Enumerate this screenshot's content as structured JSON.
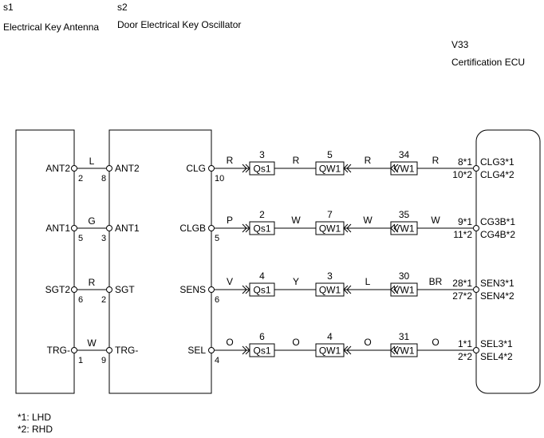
{
  "components": {
    "s1": {
      "code": "s1",
      "name": "Electrical Key Antenna"
    },
    "s2": {
      "code": "s2",
      "name": "Door Electrical Key Oscillator"
    },
    "v33": {
      "code": "V33",
      "name": "Certification ECU"
    }
  },
  "rows": [
    {
      "s1_terminal": "ANT2",
      "s1_pin": "2",
      "link_color": "L",
      "s2_left_pin": "8",
      "s2_left_terminal": "ANT2",
      "s2_right_terminal": "CLG",
      "s2_right_pin": "10",
      "wires": [
        "R",
        "R",
        "R",
        "R"
      ],
      "connector_pins": [
        "3",
        "5",
        "34"
      ],
      "ecu_pins": [
        "8*1",
        "10*2"
      ],
      "ecu_terminals": [
        "CLG3*1",
        "CLG4*2"
      ]
    },
    {
      "s1_terminal": "ANT1",
      "s1_pin": "5",
      "link_color": "G",
      "s2_left_pin": "3",
      "s2_left_terminal": "ANT1",
      "s2_right_terminal": "CLGB",
      "s2_right_pin": "5",
      "wires": [
        "P",
        "W",
        "W",
        "W"
      ],
      "connector_pins": [
        "2",
        "7",
        "35"
      ],
      "ecu_pins": [
        "9*1",
        "11*2"
      ],
      "ecu_terminals": [
        "CG3B*1",
        "CG4B*2"
      ]
    },
    {
      "s1_terminal": "SGT2",
      "s1_pin": "6",
      "link_color": "R",
      "s2_left_pin": "2",
      "s2_left_terminal": "SGT",
      "s2_right_terminal": "SENS",
      "s2_right_pin": "6",
      "wires": [
        "V",
        "Y",
        "L",
        "BR"
      ],
      "connector_pins": [
        "4",
        "3",
        "30"
      ],
      "ecu_pins": [
        "28*1",
        "27*2"
      ],
      "ecu_terminals": [
        "SEN3*1",
        "SEN4*2"
      ]
    },
    {
      "s1_terminal": "TRG-",
      "s1_pin": "1",
      "link_color": "W",
      "s2_left_pin": "9",
      "s2_left_terminal": "TRG-",
      "s2_right_terminal": "SEL",
      "s2_right_pin": "4",
      "wires": [
        "O",
        "O",
        "O",
        "O"
      ],
      "connector_pins": [
        "6",
        "4",
        "31"
      ],
      "ecu_pins": [
        "1*1",
        "2*2"
      ],
      "ecu_terminals": [
        "SEL3*1",
        "SEL4*2"
      ]
    }
  ],
  "connectors": [
    "Qs1",
    "QW1",
    "VW1"
  ],
  "notes": [
    "*1: LHD",
    "*2: RHD"
  ]
}
